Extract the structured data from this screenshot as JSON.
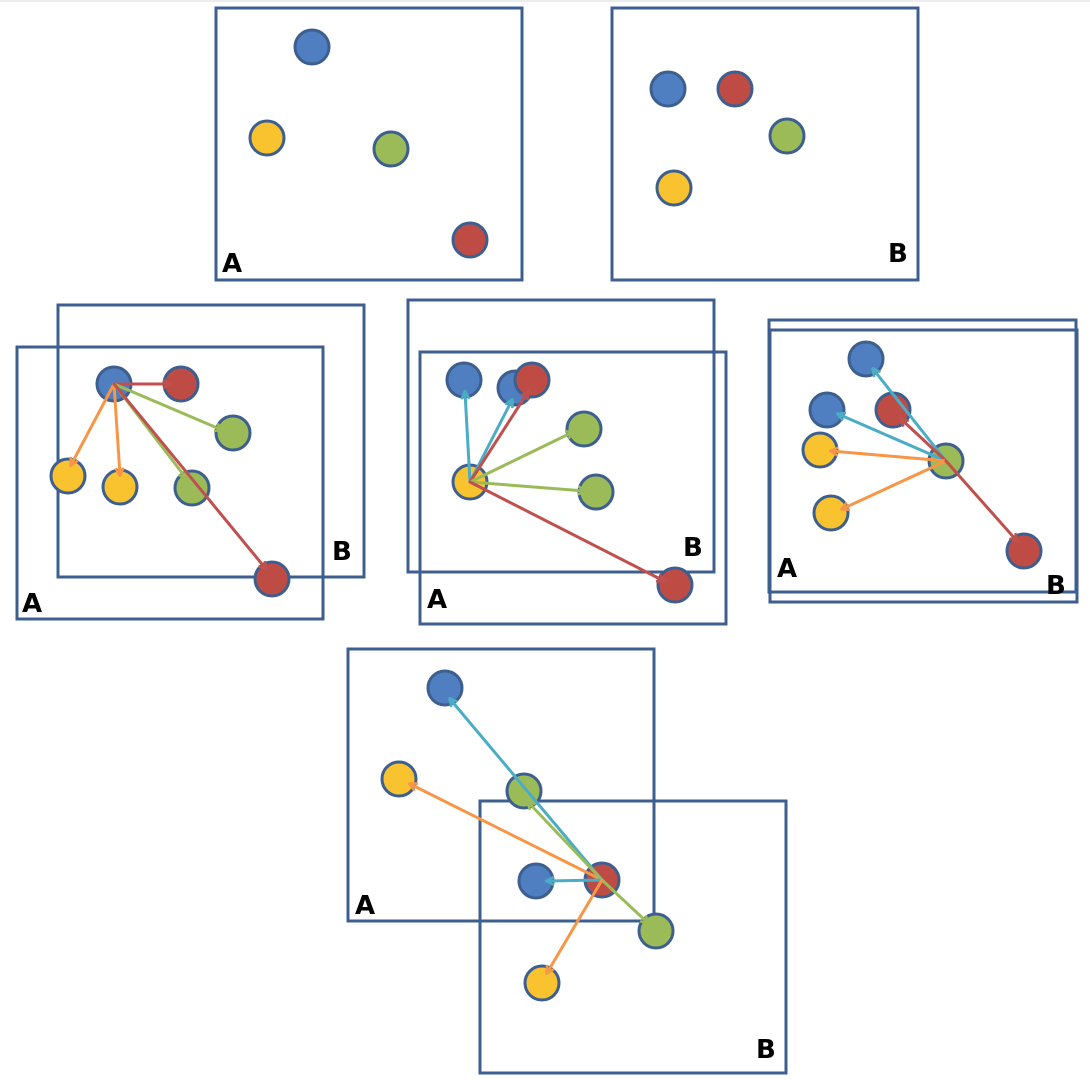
{
  "labels": {
    "a": "A",
    "b": "B"
  },
  "colors": {
    "frame": "#3d5f8f",
    "blue": "#4f7fc1",
    "red": "#bf4b45",
    "green": "#9bbb59",
    "yellow": "#f9c330",
    "arrow_red": "#c0504d",
    "arrow_green": "#9bbb59",
    "arrow_orange": "#f79646",
    "arrow_cyan": "#4bacc6"
  },
  "panels": [
    {
      "id": "frame-a-alone",
      "label": "a"
    },
    {
      "id": "frame-b-alone",
      "label": "b"
    },
    {
      "id": "overlay-blue-anchor",
      "anchor": "blue"
    },
    {
      "id": "overlay-yellow-anchor",
      "anchor": "yellow"
    },
    {
      "id": "overlay-green-anchor",
      "anchor": "green"
    },
    {
      "id": "overlay-red-anchor",
      "anchor": "red"
    }
  ]
}
